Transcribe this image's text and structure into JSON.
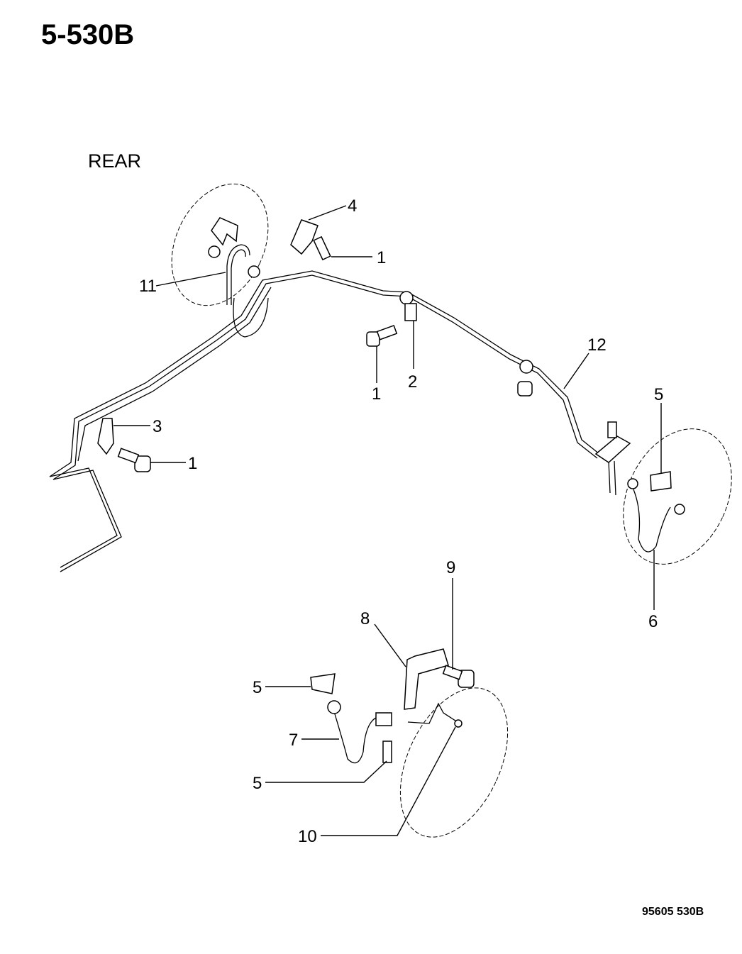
{
  "diagram": {
    "page_code": "5-530B",
    "view_label": "REAR",
    "reference_code": "95605  530B",
    "callouts": [
      {
        "id": "c4",
        "label": "4",
        "part": "clamp"
      },
      {
        "id": "c1a",
        "label": "1",
        "part": "bolt"
      },
      {
        "id": "c11",
        "label": "11",
        "part": "brake-tube-left"
      },
      {
        "id": "c1b",
        "label": "1",
        "part": "bolt"
      },
      {
        "id": "c2",
        "label": "2",
        "part": "clip"
      },
      {
        "id": "c12",
        "label": "12",
        "part": "brake-tube-right"
      },
      {
        "id": "c3",
        "label": "3",
        "part": "clip"
      },
      {
        "id": "c1c",
        "label": "1",
        "part": "bolt"
      },
      {
        "id": "c5a",
        "label": "5",
        "part": "retainer-clip"
      },
      {
        "id": "c6",
        "label": "6",
        "part": "brake-hose-rear"
      },
      {
        "id": "c9",
        "label": "9",
        "part": "bolt"
      },
      {
        "id": "c8",
        "label": "8",
        "part": "bracket"
      },
      {
        "id": "c5b",
        "label": "5",
        "part": "retainer-clip"
      },
      {
        "id": "c7",
        "label": "7",
        "part": "brake-hose"
      },
      {
        "id": "c5c",
        "label": "5",
        "part": "retainer-clip"
      },
      {
        "id": "c10",
        "label": "10",
        "part": "brake-tube-short"
      }
    ]
  }
}
